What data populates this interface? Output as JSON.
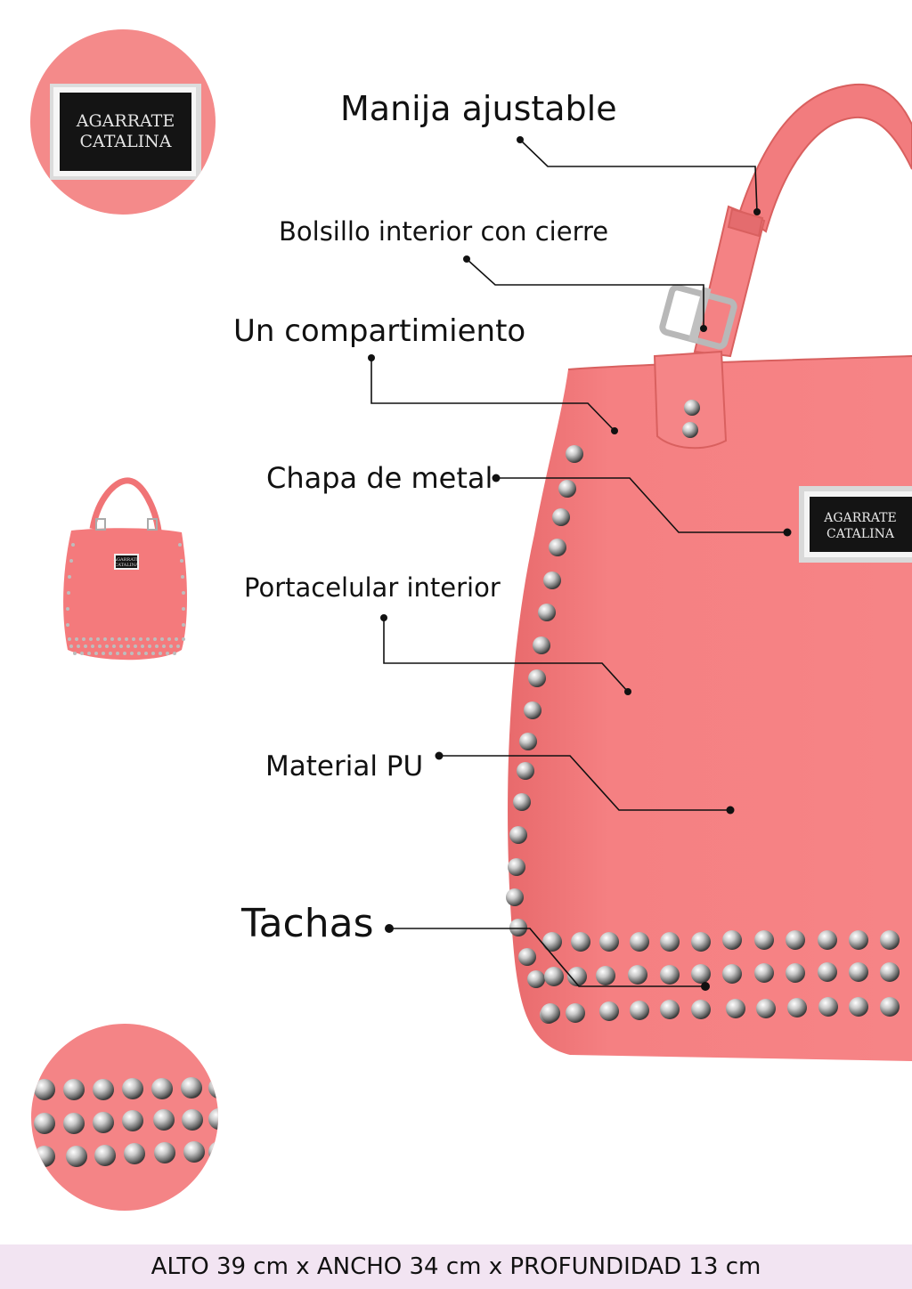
{
  "callouts": {
    "handle": "Manija ajustable",
    "inner_pocket": "Bolsillo interior con cierre",
    "compartment": "Un compartimiento",
    "metal_plate": "Chapa de metal",
    "phone_holder": "Portacelular interior",
    "material": "Material PU",
    "studs": "Tachas"
  },
  "brand": {
    "line1": "AGARRATE",
    "line2": "CATALINA"
  },
  "dimensions": "ALTO 39 cm x ANCHO 34 cm x PROFUNDIDAD 13 cm",
  "colors": {
    "bag_pink": "#f47a7a",
    "background": "#ffffff",
    "footer_band": "#f2e4f2",
    "plate_black": "#141414"
  }
}
